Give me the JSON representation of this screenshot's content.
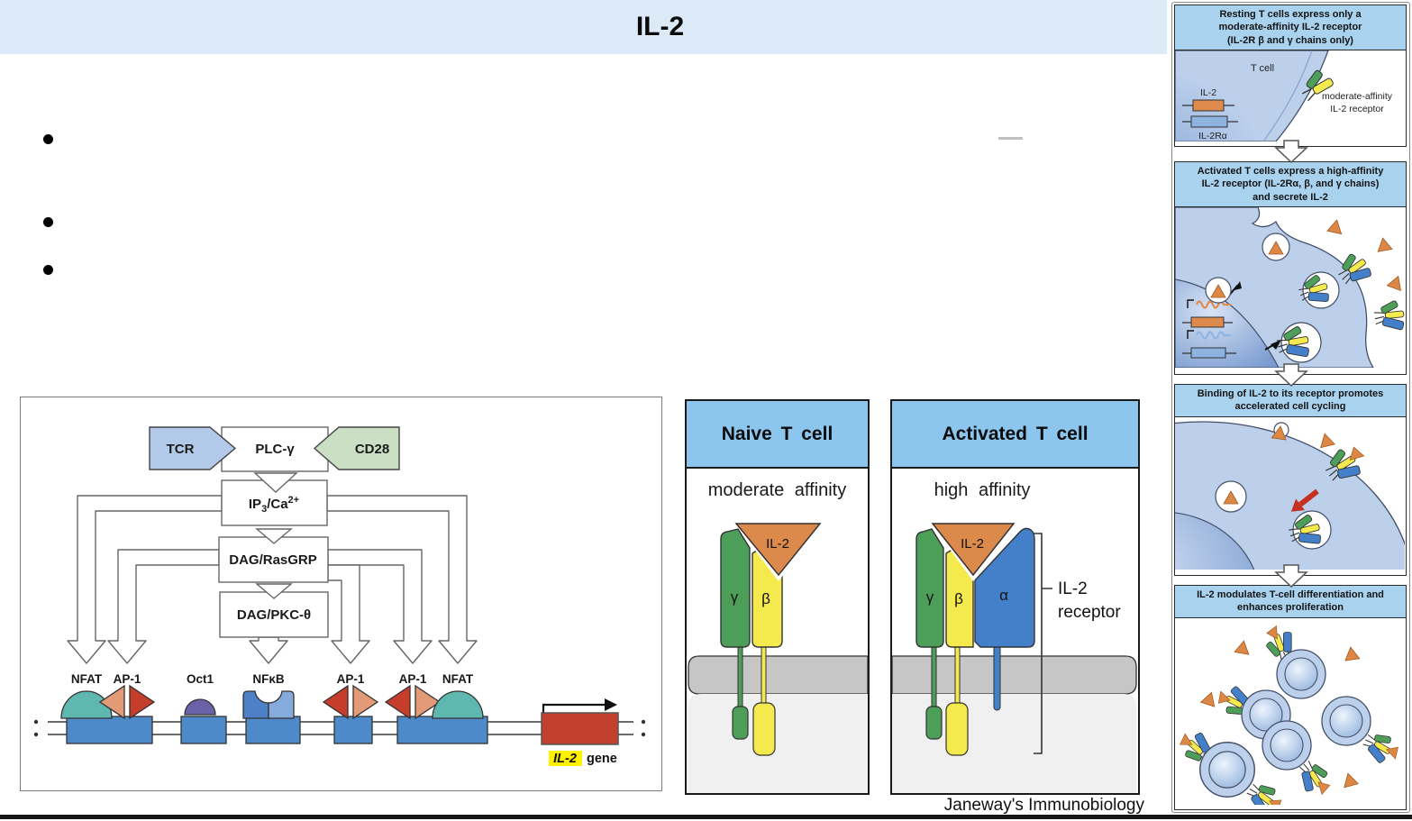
{
  "slide": {
    "title": "IL-2",
    "bullets": [
      "",
      "",
      ""
    ],
    "caption": "Janeway's Immunobiology"
  },
  "signal": {
    "tcr": "TCR",
    "plc": "PLC-γ",
    "cd28": "CD28",
    "ip3": {
      "p1": "IP",
      "sub": "3",
      "p2": "/Ca",
      "sup": "2+"
    },
    "rasgrp": "DAG/RasGRP",
    "pkc": "DAG/PKC-θ",
    "tfs": [
      "NFAT",
      "AP-1",
      "Oct1",
      "NFκB",
      "AP-1",
      "AP-1",
      "NFAT"
    ],
    "gene_hl": "IL-2",
    "gene_rest": "gene"
  },
  "naive": {
    "header": "Naive T cell",
    "affinity": "moderate affinity",
    "il2": "IL-2",
    "gamma": "γ",
    "beta": "β"
  },
  "activated": {
    "header": "Activated T cell",
    "affinity": "high affinity",
    "il2": "IL-2",
    "gamma": "γ",
    "beta": "β",
    "alpha": "α",
    "rcpt1": "IL-2",
    "rcpt2": "receptor"
  },
  "sidebar": {
    "panels": [
      {
        "h1": "Resting T cells express only a",
        "h2": "moderate-affinity IL-2 receptor",
        "h3": "(IL-2R β and γ chains only)",
        "tcell": "T cell",
        "il2": "IL-2",
        "il2ra": "IL-2Rα",
        "lab1": "moderate-affinity",
        "lab2": "IL-2 receptor"
      },
      {
        "h1": "Activated T cells express a high-affinity",
        "h2": "IL-2 receptor (IL-2Rα, β, and γ chains)",
        "h3": "and secrete IL-2"
      },
      {
        "h1": "Binding of IL-2 to its receptor promotes",
        "h2": "accelerated cell cycling"
      },
      {
        "h1": "IL-2 modulates T-cell differentiation and",
        "h2": "enhances proliferation"
      }
    ]
  },
  "colors": {
    "titlebar": "#dce9f6",
    "panel_header_blue": "#8cc6ee",
    "sidebar_header_blue": "#a8d2ee",
    "tcr_blue": "#b3c9e9",
    "cd28_green": "#cadfc4",
    "promoter_blue": "#4e89c9",
    "nfat_teal": "#5fb8b0",
    "ap1_salmon": "#e39a76",
    "ap1_red": "#c63d2b",
    "oct1_purple": "#6a61a9",
    "nfkb_blue": "#4d80c6",
    "gene_red": "#c2402e",
    "highlight_yellow": "#fef200",
    "gamma_green": "#4c9e59",
    "beta_yellow": "#f4e94d",
    "alpha_blue": "#4480ca",
    "il2_orange": "#dc8a4c",
    "membrane_gray": "#c6c6c6",
    "cytoplasm_gray": "#f0f0f0",
    "cell_blue": "#bcd0ec"
  }
}
